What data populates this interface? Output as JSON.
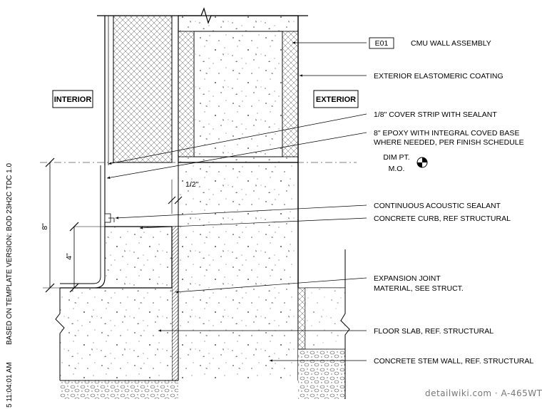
{
  "room_tags": {
    "interior": "INTERIOR",
    "exterior": "EXTERIOR"
  },
  "keynote": {
    "code": "E01",
    "description": "CMU WALL ASSEMBLY"
  },
  "callouts": [
    "EXTERIOR ELASTOMERIC COATING",
    "1/8\" COVER STRIP WITH SEALANT",
    "8\" EPOXY WITH INTEGRAL COVED BASE",
    "WHERE NEEDED, PER FINISH SCHEDULE",
    "CONTINUOUS ACOUSTIC SEALANT",
    "CONCRETE CURB, REF STRUCTURAL",
    "EXPANSION JOINT",
    "MATERIAL, SEE STRUCT.",
    "FLOOR SLAB, REF. STRUCTURAL",
    "CONCRETE STEM WALL, REF. STRUCTURAL"
  ],
  "datum": {
    "line1": "DIM PT.",
    "line2": "M.O."
  },
  "dimensions": {
    "joint": "1/2\"",
    "base_height": "8\"",
    "curb_height": "4\""
  },
  "side_text": {
    "template": "BASED ON TEMPLATE VERSION:   BOD 23H2C TDC 1.0",
    "time": "5 11:04:01 AM"
  },
  "watermark": "detailwiki.com · A-465WT"
}
